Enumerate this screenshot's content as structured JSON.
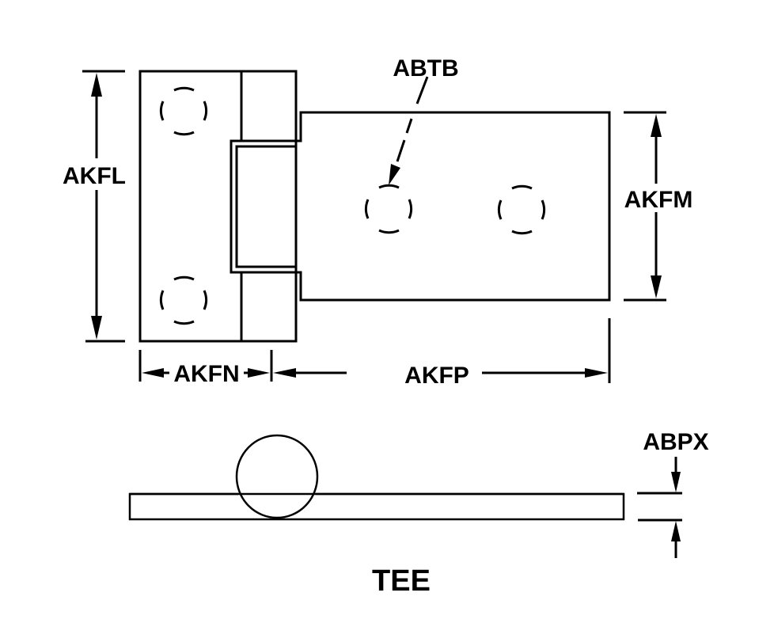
{
  "diagram": {
    "title": "TEE",
    "part_type": "Tee hinge",
    "colors": {
      "line": "#000000",
      "background": "#ffffff"
    },
    "views": {
      "top_view": {
        "dimensions": {
          "overall_leaf_height": "AKFL",
          "strap_height": "AKFM",
          "leaf_width": "AKFN",
          "strap_length": "AKFP",
          "hole_callout": "ABTB"
        }
      },
      "side_view": {
        "dimensions": {
          "thickness": "ABPX"
        }
      }
    }
  }
}
